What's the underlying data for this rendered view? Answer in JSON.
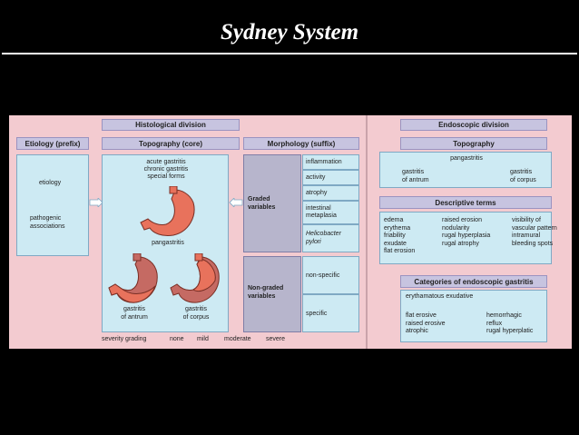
{
  "slide_title": "Sydney System",
  "histological": {
    "header": "Histological division",
    "etiology": {
      "header": "Etiology (prefix)",
      "items": [
        "etiology",
        "pathogenic\nassociations"
      ]
    },
    "topography": {
      "header": "Topography (core)",
      "types": [
        "acute gastritis",
        "chronic gastritis",
        "special forms"
      ],
      "labels": {
        "pan": "pangastritis",
        "antrum": "gastritis\nof antrum",
        "corpus": "gastritis\nof corpus"
      },
      "grading": [
        "severity grading",
        "none",
        "mild",
        "moderate",
        "severe"
      ]
    },
    "morphology": {
      "header": "Morphology (suffix)",
      "graded_label": "Graded\nvariables",
      "graded": [
        "inflammation",
        "activity",
        "atrophy",
        "intestinal\nmetaplasia",
        "Helicobacter\npylori"
      ],
      "nongraded_label": "Non-graded\nvariables",
      "nongraded": [
        "non-specific",
        "specific"
      ]
    }
  },
  "endoscopic": {
    "header": "Endoscopic division",
    "topography": {
      "header": "Topography",
      "pan": "pangastritis",
      "antrum": "gastritis\nof antrum",
      "corpus": "gastritis\nof corpus"
    },
    "descriptive": {
      "header": "Descriptive terms",
      "col1": "edema\nerythema\nfriability\nexudate\nflat erosion",
      "col2": "raised erosion\nnodularity\nrugal hyperplasia\nrugal atrophy",
      "col3": "visibility of\nvascular pattern\nintramural\nbleeding spots"
    },
    "categories": {
      "header": "Categories of endoscopic gastritis",
      "top": "erythamatous exudative",
      "col1": "flat erosive\nraised erosive\natrophic",
      "col2": "hemorrhagic\nreflux\nrugal hyperplatic"
    }
  },
  "colors": {
    "panel": "#f3cbd0",
    "box": "#cdeaf3",
    "header": "#c7c4e0",
    "stomach": "#e8725c"
  }
}
